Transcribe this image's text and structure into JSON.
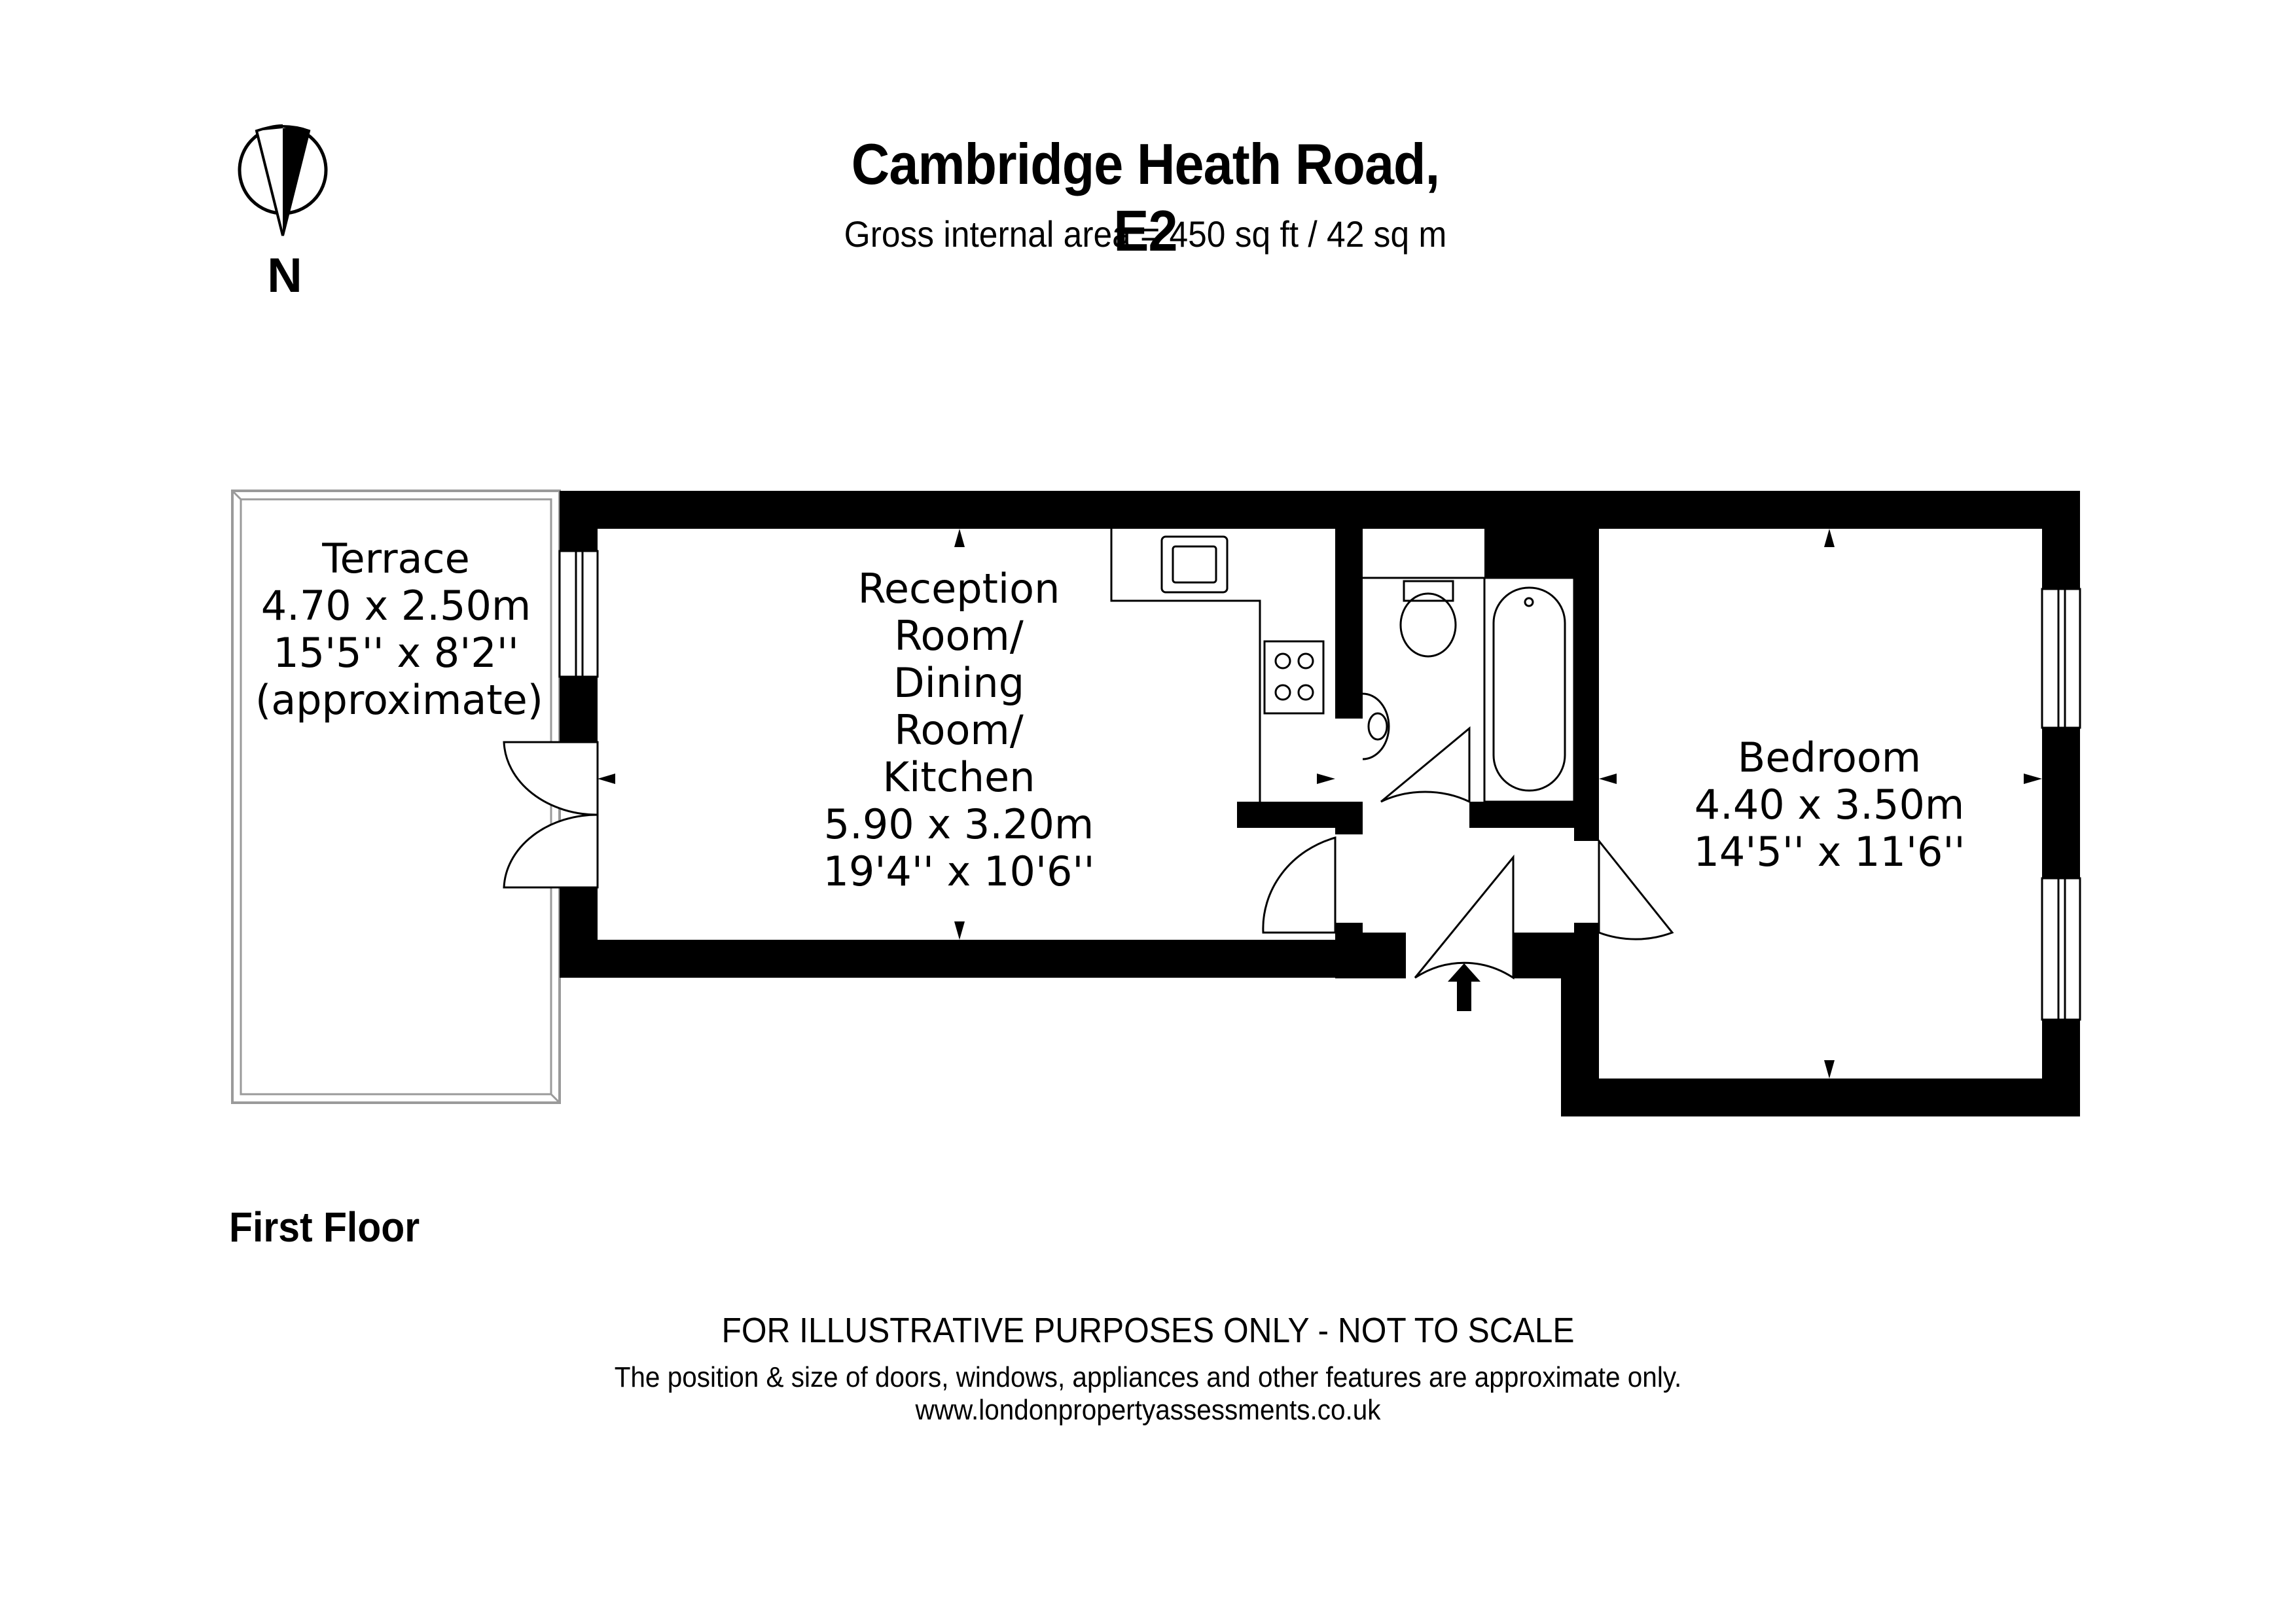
{
  "header": {
    "title": "Cambridge Heath Road, E2",
    "subtitle": "Gross internal area = 450 sq ft / 42 sq m"
  },
  "compass": {
    "icon": "north-arrow-icon",
    "label": "N"
  },
  "rooms": {
    "terrace": {
      "name": "Terrace",
      "metric": "4.70 x 2.50m",
      "imperial": "15'5'' x 8'2''",
      "note": "(approximate)"
    },
    "reception": {
      "name_line1": "Reception",
      "name_line2": "Room/",
      "name_line3": "Dining",
      "name_line4": "Room/",
      "name_line5": "Kitchen",
      "metric": "5.90 x 3.20m",
      "imperial": "19'4'' x 10'6''"
    },
    "bedroom": {
      "name": "Bedroom",
      "metric": "4.40 x 3.50m",
      "imperial": "14'5'' x 11'6''"
    }
  },
  "floor_label": "First Floor",
  "footer": {
    "line1": "FOR ILLUSTRATIVE PURPOSES ONLY - NOT TO SCALE",
    "line2": "The position & size of doors, windows, appliances and other  features are approximate only.",
    "line3": "www.londonpropertyassessments.co.uk"
  },
  "colors": {
    "wall": "#000000",
    "terrace_edge": "#9a9a9a",
    "background": "#ffffff"
  }
}
